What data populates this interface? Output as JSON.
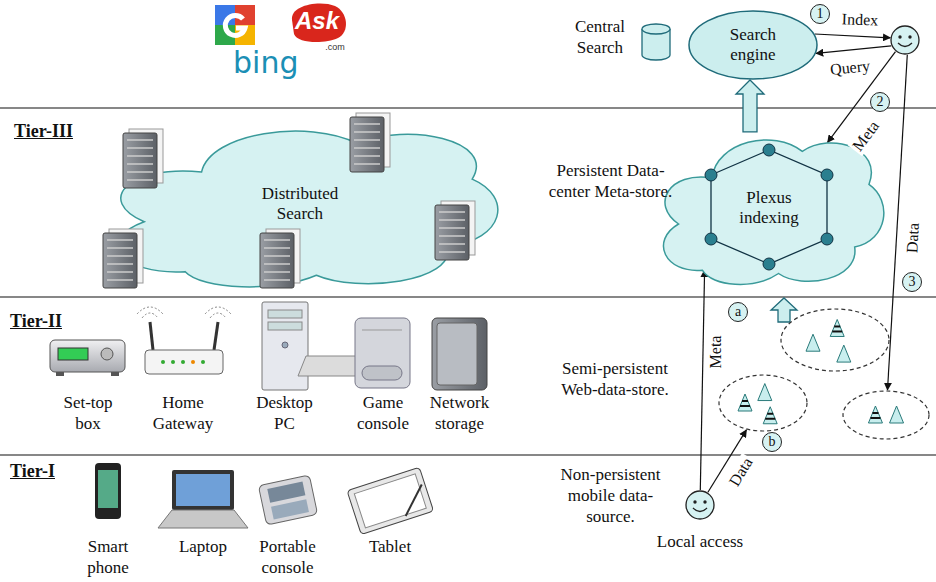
{
  "diagram": {
    "nodes": [
      {
        "text": [
          "Search engine"
        ]
      },
      {
        "text": []
      },
      {
        "text": [
          "1"
        ]
      },
      {
        "text": [
          "2"
        ]
      },
      {
        "text": [
          "3"
        ]
      },
      {
        "text": [
          "Distributed Search"
        ]
      },
      {
        "text": [
          "Plexus indexing"
        ]
      },
      {
        "text": []
      },
      {
        "text": []
      },
      {
        "text": []
      },
      {
        "text": [
          "a"
        ]
      },
      {
        "text": [
          "b"
        ]
      },
      {
        "text": [
          "Local access"
        ]
      }
    ],
    "edges": [
      {
        "from": 0,
        "to": 1,
        "label": "Index",
        "arrow": "to"
      },
      {
        "from": 1,
        "to": 0,
        "label": "Query",
        "arrow": "to"
      },
      {
        "from": 1,
        "to": 6,
        "label": "Meta",
        "arrow": "to"
      },
      {
        "from": 1,
        "to": 9,
        "label": "Data",
        "arrow": "to"
      },
      {
        "from": 12,
        "to": 6,
        "label": "Meta",
        "arrow": "to"
      },
      {
        "from": 12,
        "to": 8,
        "label": "Data",
        "arrow": "to"
      },
      {
        "from": 6,
        "to": 0,
        "arrow": "to"
      }
    ],
    "labels": [
      "Ask",
      ".com",
      "bing",
      "Central Search",
      "Tier-III",
      "Persistent Data-center Meta-store.",
      "Tier-II",
      "Set-top box",
      "Home Gateway",
      "Desktop PC",
      "Game console",
      "Network storage",
      "Semi-persistent Web-data-store.",
      "Tier-I",
      "Smart phone",
      "Laptop",
      "Portable console",
      "Tablet",
      "Non-persistent mobile data-source."
    ]
  }
}
